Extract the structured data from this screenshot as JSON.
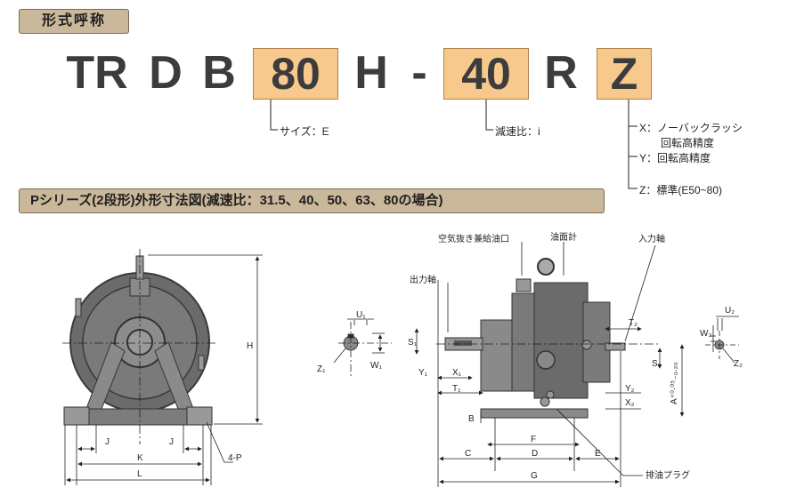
{
  "header": {
    "badge": "形式呼称"
  },
  "model_code": {
    "prefix_tr": "TR",
    "prefix_d": "D",
    "prefix_b": "B",
    "size": "80",
    "mount": "H",
    "dash": "-",
    "ratio": "40",
    "direction": "R",
    "accuracy": "Z"
  },
  "legend": {
    "size_label": "サイズ：E",
    "ratio_label": "減速比：i",
    "x_label": "X：ノーバックラッシ",
    "x_label2": "回転高精度",
    "y_label": "Y：回転高精度",
    "z_label": "Z：標準(E50~80)"
  },
  "series_title": "Pシリーズ(2段形)外形寸法図(減速比：31.5、40、50、63、80の場合)",
  "drawing": {
    "front": {
      "H": "H",
      "J1": "J",
      "J2": "J",
      "K": "K",
      "L": "L",
      "holes": "4-P"
    },
    "detail1": {
      "U1": "U₁",
      "Z1": "Z₁",
      "W1": "W₁"
    },
    "side": {
      "air_vent": "空気抜き兼給油口",
      "oil_gauge": "油面計",
      "input_shaft": "入力軸",
      "output_shaft": "出力軸",
      "S1": "S₁",
      "Y1": "Y₁",
      "X1": "X₁",
      "T1": "T₁",
      "T2": "T₂",
      "S2": "S₂",
      "Y2": "Y₂",
      "X2": "X₂",
      "A": "A⁺⁰·⁰⁵₋₀.₂₀",
      "B": "B",
      "F": "F",
      "C": "C",
      "D": "D",
      "E": "E",
      "G": "G",
      "drain": "排油プラグ"
    },
    "detail2": {
      "U2": "U₂",
      "W2": "W₂",
      "Z2": "Z₂"
    }
  }
}
